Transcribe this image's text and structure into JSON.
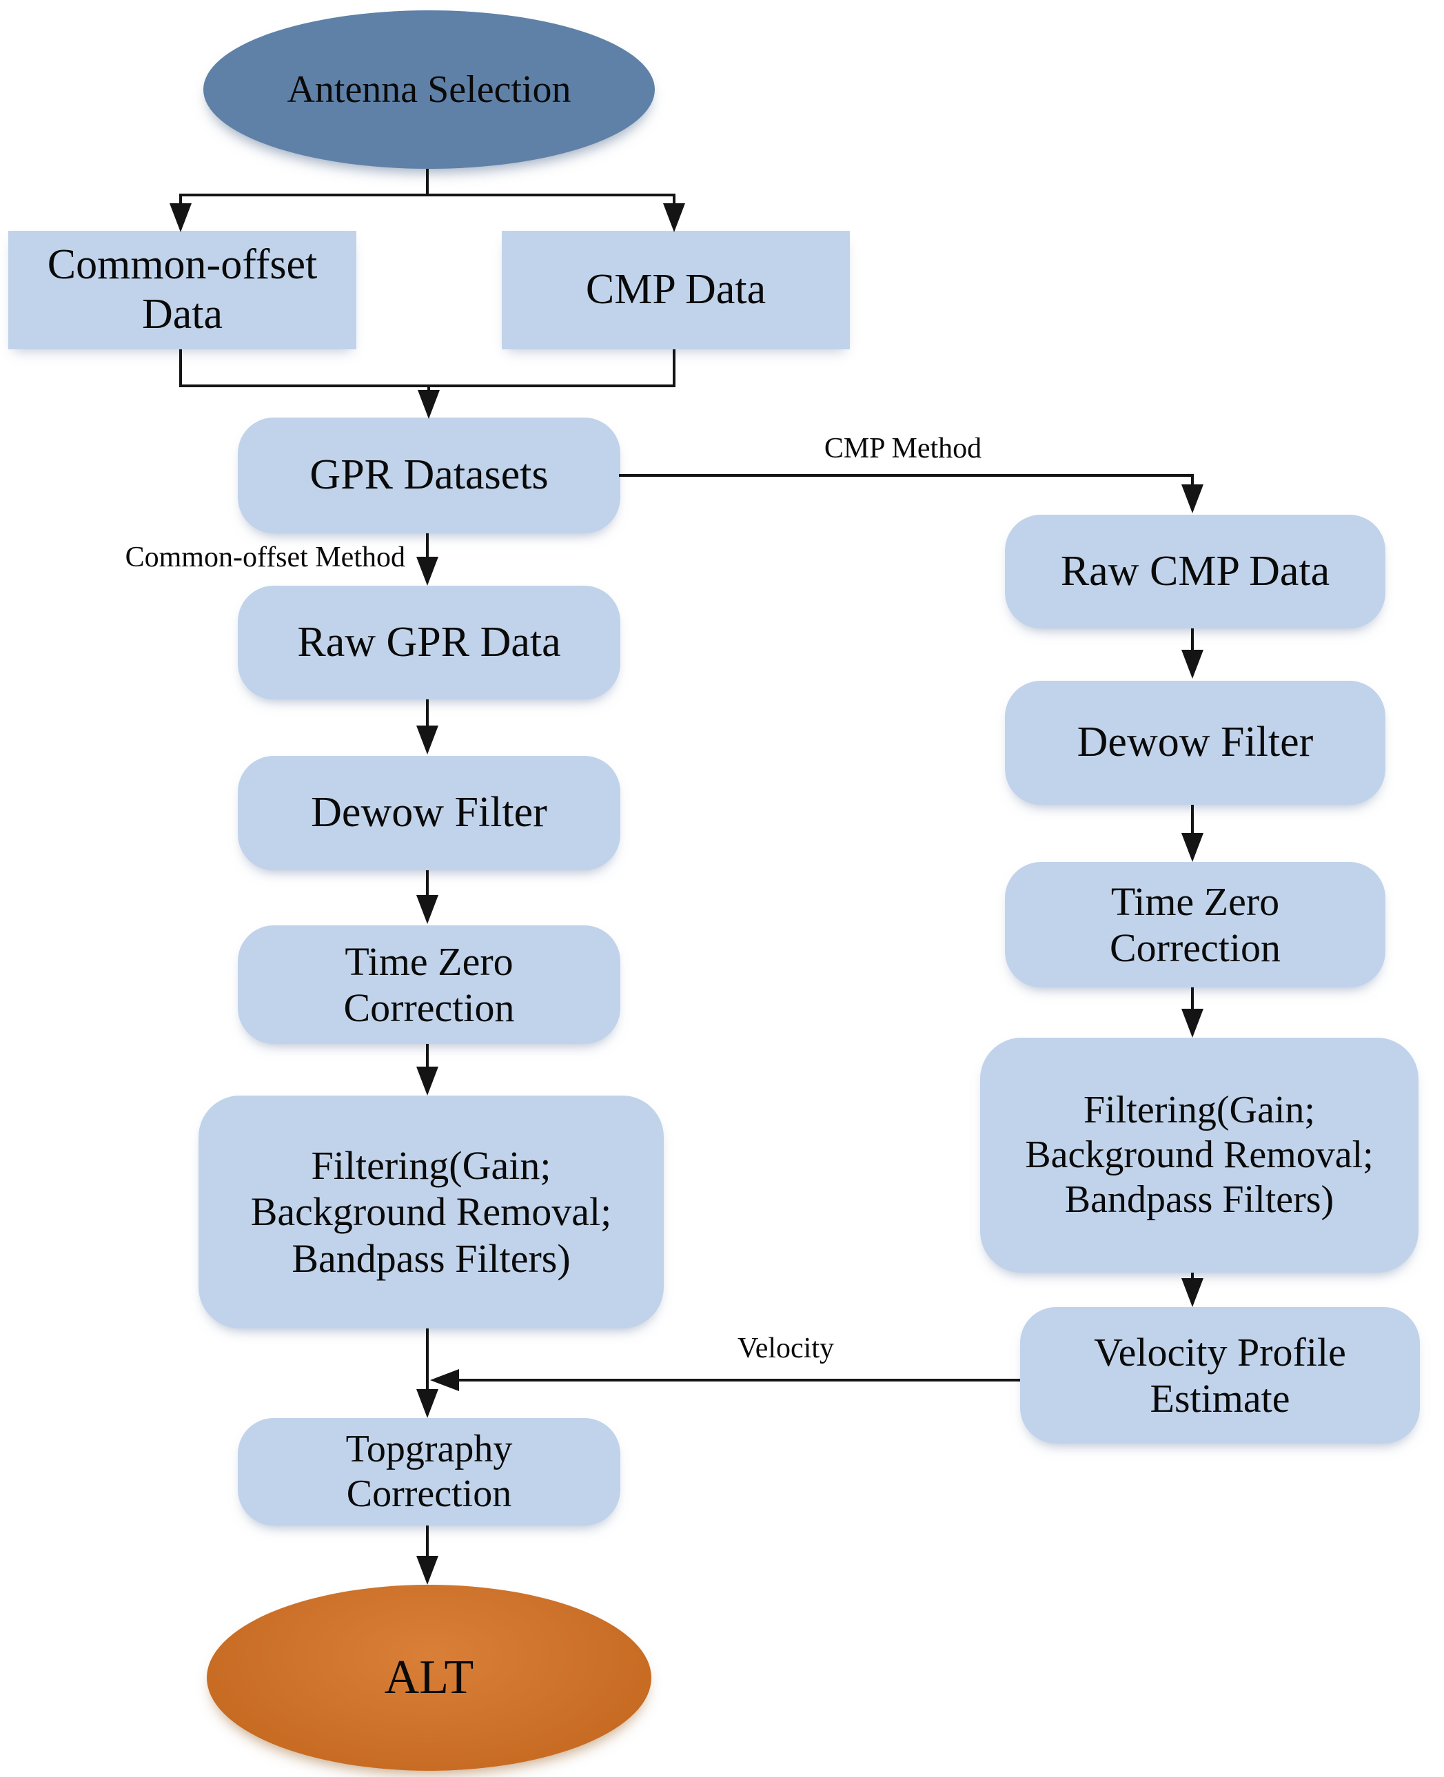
{
  "diagram": {
    "type": "flowchart",
    "nodes": {
      "antenna_selection": "Antenna Selection",
      "common_offset_data": "Common-offset\nData",
      "cmp_data": "CMP Data",
      "gpr_datasets": "GPR Datasets",
      "raw_gpr_data": "Raw GPR Data",
      "dewow_filter_left": "Dewow Filter",
      "time_zero_correction_left": "Time Zero\nCorrection",
      "filtering_left": "Filtering(Gain;\nBackground Removal;\nBandpass Filters)",
      "topography_correction": "Topgraphy\nCorrection",
      "alt": "ALT",
      "raw_cmp_data": "Raw CMP Data",
      "dewow_filter_right": "Dewow Filter",
      "time_zero_correction_right": "Time Zero\nCorrection",
      "filtering_right": "Filtering(Gain;\nBackground Removal;\nBandpass Filters)",
      "velocity_profile_estimate": "Velocity Profile\nEstimate"
    },
    "edge_labels": {
      "cmp_method": "CMP Method",
      "common_offset_method": "Common-offset Method",
      "velocity": "Velocity"
    },
    "colors": {
      "process_box_fill": "#c1d3ea",
      "start_ellipse_fill": "#5f81a8",
      "end_ellipse_light": "#d97f38",
      "end_ellipse_dark": "#c66a22",
      "line": "#141414"
    }
  }
}
